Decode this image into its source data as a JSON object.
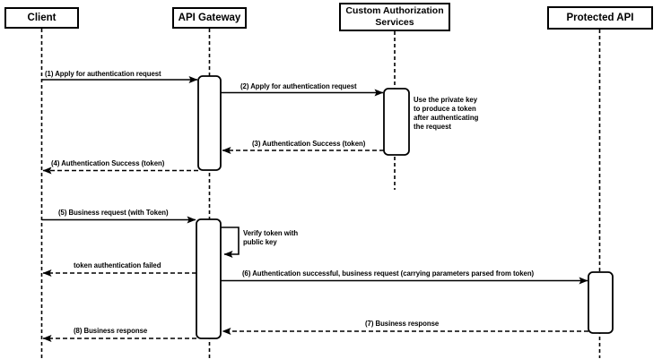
{
  "diagram_type": "uml-sequence-diagram",
  "actors": [
    {
      "id": "client",
      "label": "Client"
    },
    {
      "id": "api-gateway",
      "label": "API Gateway"
    },
    {
      "id": "custom-authorization-services",
      "label": "Custom Authorization Services"
    },
    {
      "id": "protected-api",
      "label": "Protected API"
    }
  ],
  "messages": [
    {
      "seq": 1,
      "label": "(1) Apply for authentication request",
      "from": "Client",
      "to": "API Gateway",
      "style": "solid"
    },
    {
      "seq": 2,
      "label": "(2) Apply for authentication request",
      "from": "API Gateway",
      "to": "Custom Authorization Services",
      "style": "solid"
    },
    {
      "seq": 3,
      "label": "(3) Authentication Success (token)",
      "from": "Custom Authorization Services",
      "to": "API Gateway",
      "style": "dashed"
    },
    {
      "seq": 4,
      "label": "(4) Authentication Success (token)",
      "from": "API Gateway",
      "to": "Client",
      "style": "dashed"
    },
    {
      "seq": 5,
      "label": "(5) Business request (with Token)",
      "from": "Client",
      "to": "API Gateway",
      "style": "solid"
    },
    {
      "seq": 6,
      "label": "Verify token with public key",
      "from": "API Gateway",
      "to": "API Gateway",
      "style": "self"
    },
    {
      "seq": 7,
      "label": "token authentication failed",
      "from": "API Gateway",
      "to": "Client",
      "style": "dashed"
    },
    {
      "seq": 8,
      "label": "(6) Authentication successful, business request (carrying parameters parsed from token)",
      "from": "API Gateway",
      "to": "Protected API",
      "style": "solid"
    },
    {
      "seq": 9,
      "label": "(7) Business response",
      "from": "Protected API",
      "to": "API Gateway",
      "style": "dashed"
    },
    {
      "seq": 10,
      "label": "(8) Business response",
      "from": "API Gateway",
      "to": "Client",
      "style": "dashed"
    }
  ],
  "notes": [
    {
      "text": "Use the private key to produce a token after authenticating the request",
      "attached_to": "Custom Authorization Services"
    }
  ],
  "colors": {
    "line": "#000000",
    "background": "#ffffff",
    "box_fill": "#ffffff"
  }
}
